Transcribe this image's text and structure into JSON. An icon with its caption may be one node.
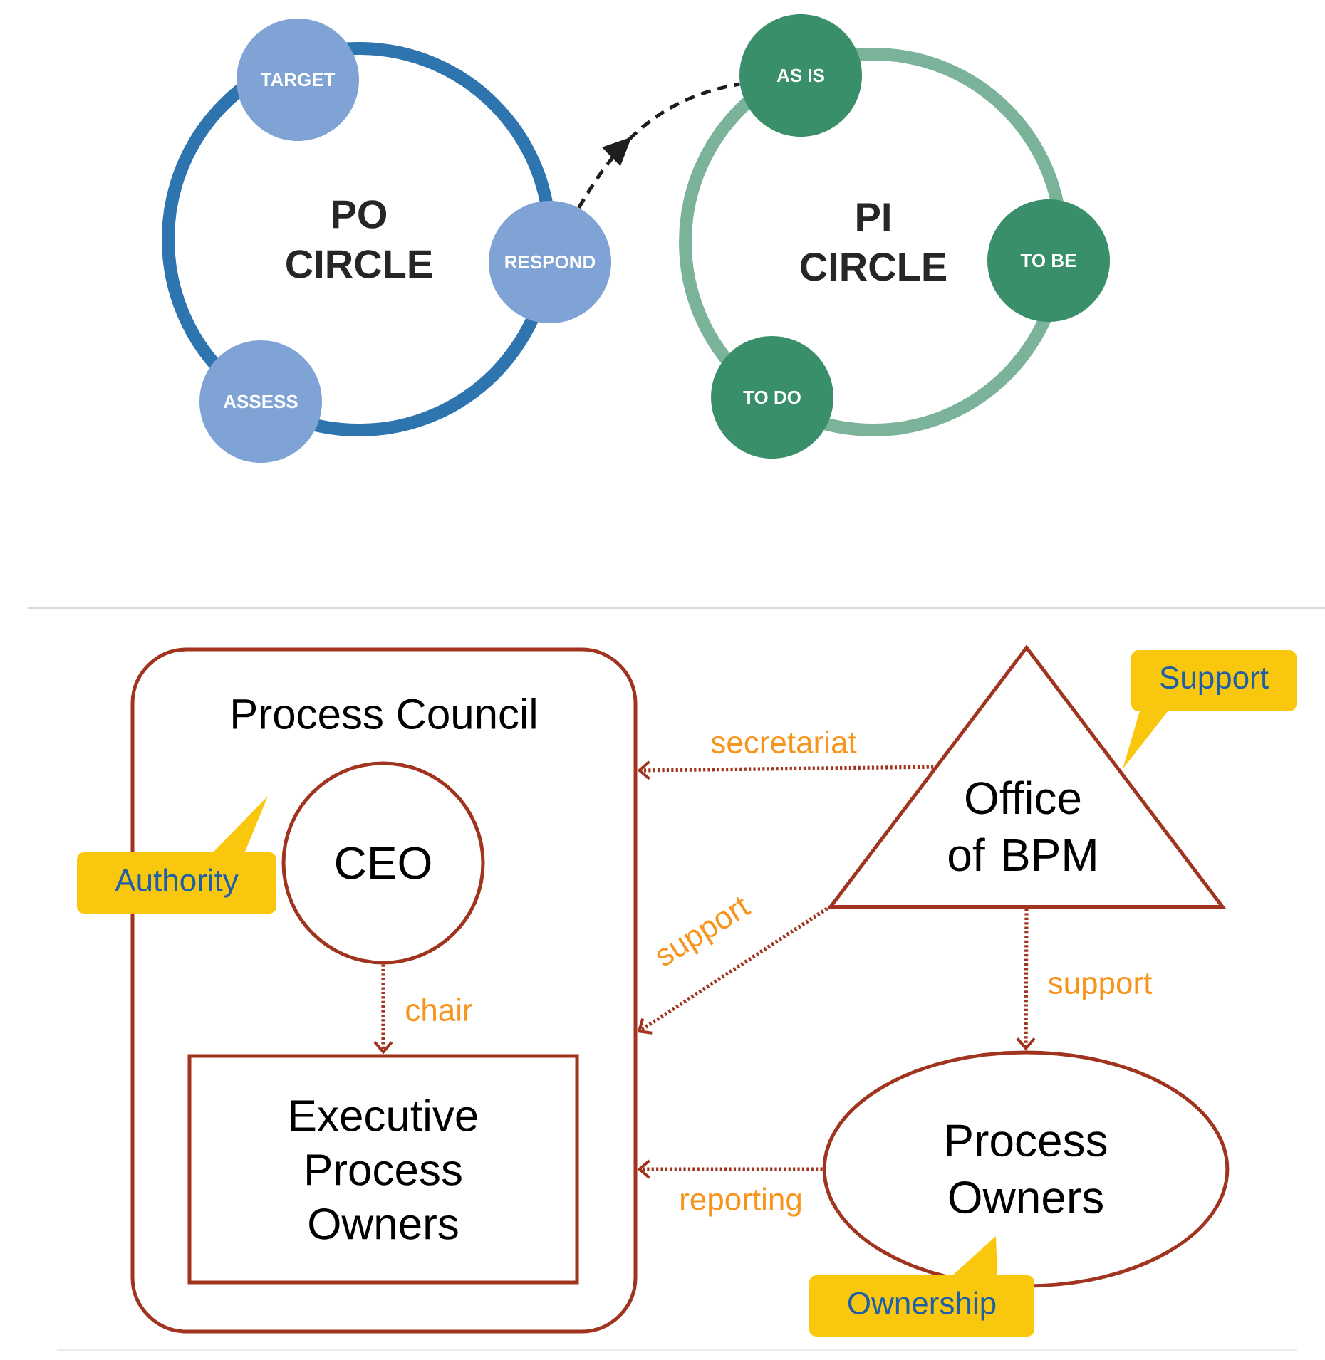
{
  "diagram": {
    "nodes": [
      {
        "text": [
          "PO CIRCLE"
        ]
      },
      {
        "text": [
          "TARGET"
        ]
      },
      {
        "text": [
          "RESPOND"
        ]
      },
      {
        "text": [
          "ASSESS"
        ]
      },
      {
        "text": [
          "PI CIRCLE"
        ]
      },
      {
        "text": [
          "AS IS"
        ]
      },
      {
        "text": [
          "TO BE"
        ]
      },
      {
        "text": [
          "TO DO"
        ]
      },
      {
        "text": [
          "Process Council"
        ]
      },
      {
        "text": [
          "CEO"
        ],
        "in": 8
      },
      {
        "text": [
          "Executive Process Owners"
        ],
        "in": 8
      },
      {
        "text": [
          "Office of BPM"
        ]
      },
      {
        "text": [
          "Process Owners"
        ]
      },
      {
        "text": [
          "Authority"
        ]
      },
      {
        "text": [
          "Support"
        ]
      },
      {
        "text": [
          "Ownership"
        ]
      }
    ],
    "edges": [
      {
        "from": 2,
        "to": 5,
        "arrow": "to",
        "style": "dashed",
        "color": "#1e1e1e"
      },
      {
        "from": 11,
        "to": 8,
        "arrow": "to",
        "label": "secretariat"
      },
      {
        "from": 11,
        "to": 8,
        "arrow": "to",
        "label": "support"
      },
      {
        "from": 9,
        "to": 10,
        "arrow": "to",
        "label": "chair"
      },
      {
        "from": 11,
        "to": 12,
        "arrow": "to",
        "label": "support"
      },
      {
        "from": 12,
        "to": 8,
        "arrow": "to",
        "label": "reporting"
      }
    ]
  }
}
